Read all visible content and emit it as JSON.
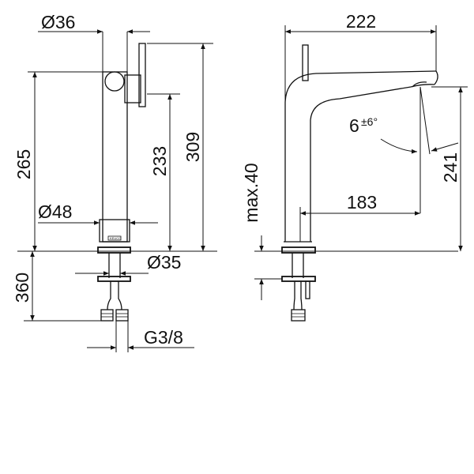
{
  "dimensions": {
    "spout_diameter": "Ø36",
    "body_height": "265",
    "lever_height": "233",
    "overall_height": "309",
    "base_diameter": "Ø48",
    "shank_diameter": "Ø35",
    "hose_length": "360",
    "thread": "G3/8",
    "spout_reach": "222",
    "spout_angle_main": "6",
    "spout_angle_tol": "±6°",
    "counter_top": "max.40",
    "outlet_reach": "183",
    "outlet_height": "241"
  },
  "brand_mark": "KEUCO"
}
